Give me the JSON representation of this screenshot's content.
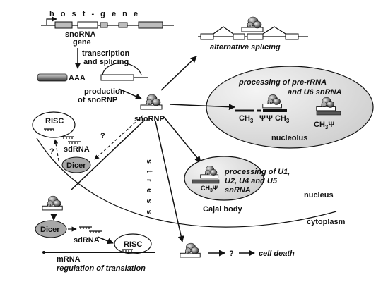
{
  "labels": {
    "host_gene": "h o s t - g e n e",
    "snorna_gene_1": "snoRNA",
    "snorna_gene_2": "gene",
    "transcription_1": "transcription",
    "transcription_2": "and splicing",
    "poly_a": "AAA",
    "production_1": "production",
    "production_2": "of snoRNP",
    "snornp": "snoRNP",
    "alternative_splicing": "alternative splicing",
    "processing_rrna_1": "processing of pre-rRNA",
    "processing_rrna_2": "and U6 snRNA",
    "ch3_a": "CH",
    "ch3_a_sub": "3",
    "psi_a": "Ψ",
    "psi_ch3_b": "Ψ CH",
    "psi_ch3_b_sub": "3",
    "ch3_c": "CH",
    "ch3_c_sub": "3",
    "psi_c": "Ψ",
    "nucleolus": "nucleolus",
    "risc_top": "RISC",
    "question_1": "?",
    "question_2": "?",
    "sdrna_top": "sdRNA",
    "dicer_top": "Dicer",
    "stress": "s t r e s s",
    "processing_u_1": "processing of U1,",
    "processing_u_2": "U2, U4 and U5",
    "processing_u_3": "snRNA",
    "ch3_psi_cajal": "CH",
    "ch3_psi_cajal_sub": "3",
    "ch3_psi_cajal_psi": "Ψ",
    "cajal_body": "Cajal body",
    "nucleus": "nucleus",
    "cytoplasm": "cytoplasm",
    "dicer_bottom": "Dicer",
    "sdrna_bottom": "sdRNA",
    "risc_bottom": "RISC",
    "mrna": "mRNA",
    "regulation": "regulation of translation",
    "question_3": "?",
    "cell_death": "cell death"
  }
}
